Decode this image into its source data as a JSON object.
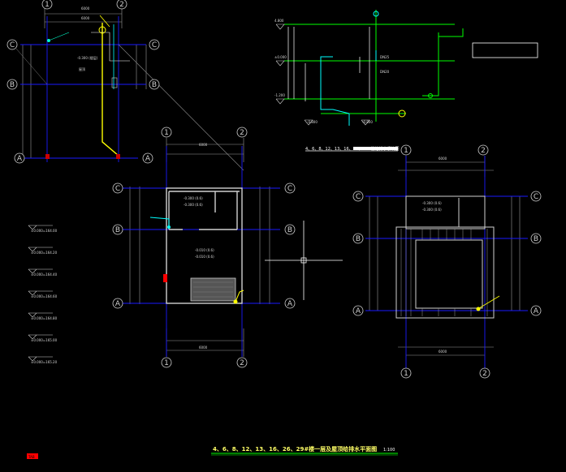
{
  "drawing": {
    "title": "4、6、8、12、13、16、26、29#楼一层及屋顶给排水平面图",
    "scale": "1:100",
    "system_caption": "4、6、8、12、13、16、26、29#楼给排水系统图",
    "red_tag": "TAB",
    "colors": {
      "background": "#000000",
      "axis": "#1a1aff",
      "wall": "#d0d0d0",
      "dim": "#9a9a9a",
      "water": "#00ff00",
      "drain": "#ffff00",
      "hot": "#00ffff",
      "accent_red": "#ff0000",
      "title": "#ffff66"
    }
  },
  "axes": {
    "col_1": "1",
    "col_2": "2",
    "row_A": "A",
    "row_B": "B",
    "row_C": "C"
  },
  "legend": {
    "items": [
      "±0.000=164.00",
      "±0.000=164.20",
      "±0.000=164.40",
      "±0.000=164.60",
      "±0.000=164.80",
      "±0.000=165.00",
      "±0.000=165.20"
    ]
  }
}
